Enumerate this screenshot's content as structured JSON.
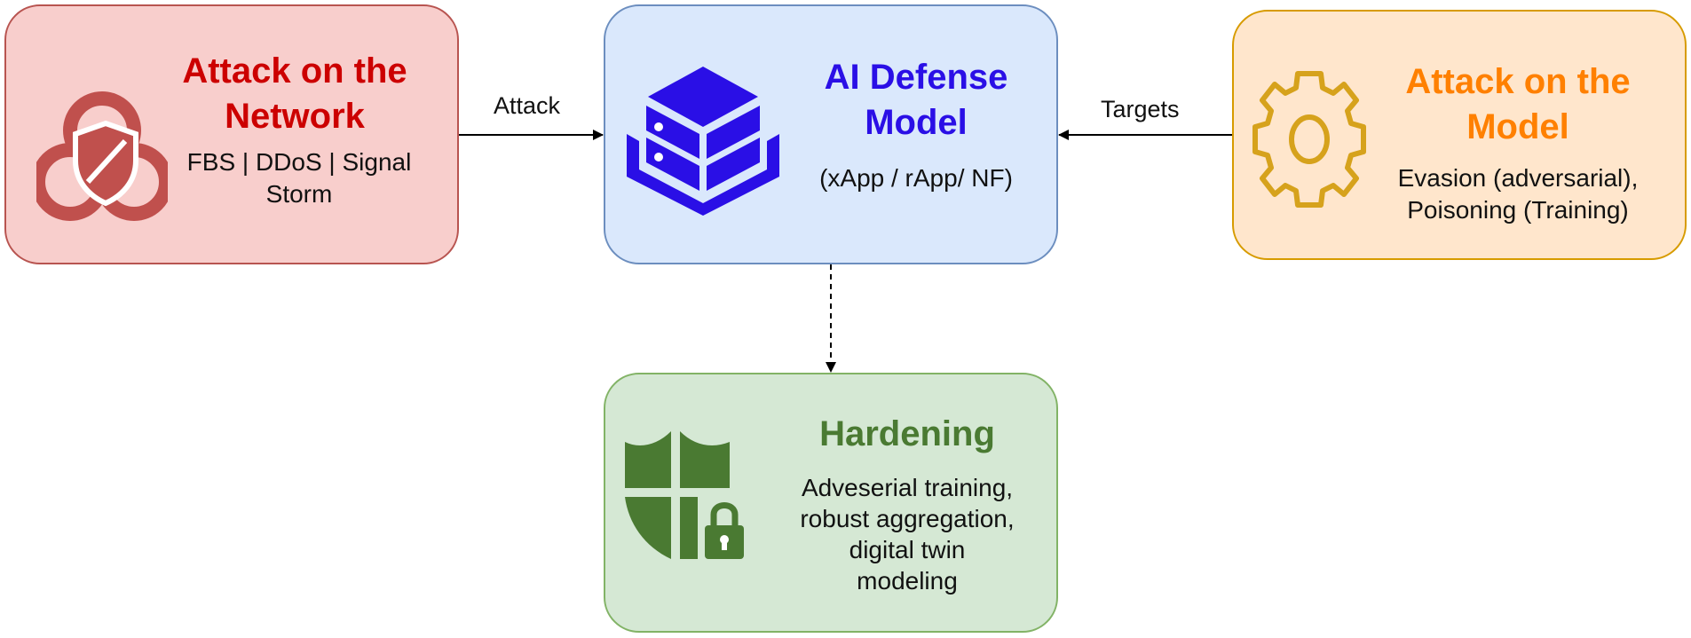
{
  "colors": {
    "network_fill": "#f8cecc",
    "network_border": "#b85450",
    "network_title": "#cc0000",
    "network_icon": "#c0504d",
    "defense_fill": "#dae8fc",
    "defense_border": "#6c8ebf",
    "defense_title": "#2a0fe6",
    "defense_icon": "#2a0fe6",
    "model_fill": "#ffe6cc",
    "model_border": "#d79b00",
    "model_title": "#ff8000",
    "model_icon": "#d6a21c",
    "hardening_fill": "#d5e8d4",
    "hardening_border": "#82b366",
    "hardening_title": "#4a7a32",
    "hardening_icon": "#4a7a32"
  },
  "nodes": {
    "attack_network": {
      "title": "Attack on the\nNetwork",
      "subtitle": "FBS | DDoS | Signal\nStorm",
      "icon": "biohazard-shield-icon"
    },
    "defense_model": {
      "title": "AI Defense\nModel",
      "subtitle": "(xApp / rApp/ NF)",
      "icon": "server-stack-icon"
    },
    "attack_model": {
      "title": "Attack on the\nModel",
      "subtitle": "Evasion (adversarial),\nPoisoning (Training)",
      "icon": "gear-icon"
    },
    "hardening": {
      "title": "Hardening",
      "subtitle": "Adveserial training,\nrobust aggregation,\ndigital twin\nmodeling",
      "icon": "shield-lock-icon"
    }
  },
  "edges": [
    {
      "from": "attack_network",
      "to": "defense_model",
      "label": "Attack",
      "style": "solid"
    },
    {
      "from": "attack_model",
      "to": "defense_model",
      "label": "Targets",
      "style": "solid"
    },
    {
      "from": "defense_model",
      "to": "hardening",
      "label": "",
      "style": "dashed"
    }
  ]
}
